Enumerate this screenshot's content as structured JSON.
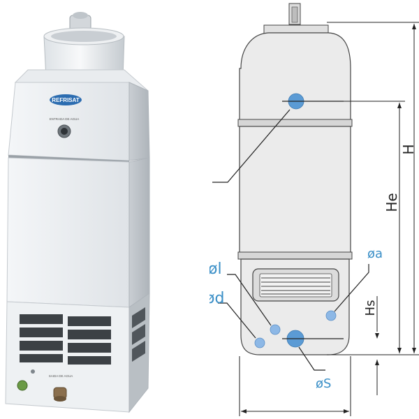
{
  "product": {
    "brand_logo_text": "REFRISAT",
    "plate_top_text": "ENTRADA DE AGUA",
    "plate_bottom_text": "SAIDA DE AGUA"
  },
  "diagram": {
    "labels": {
      "overall_height": "H",
      "inlet_height": "He",
      "outlet_height": "Hs",
      "diameter_l": "øl",
      "diameter_d": "ød",
      "diameter_a": "øa",
      "diameter_s": "øS"
    },
    "colors": {
      "body_fill": "#ebebeb",
      "outline": "#444444",
      "connection_fill": "#5b9bd5",
      "label_blue": "#3a8fc7"
    }
  }
}
